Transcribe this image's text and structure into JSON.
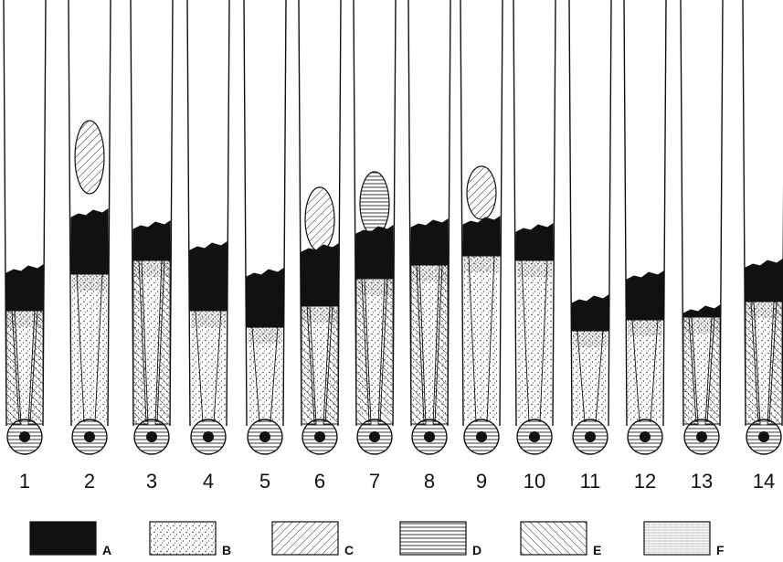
{
  "figure": {
    "tubes": [
      {
        "number": "1",
        "zones": [
          "E",
          "B",
          "A"
        ]
      },
      {
        "number": "2",
        "zones": [
          "D",
          "B",
          "A",
          "C"
        ]
      },
      {
        "number": "3",
        "zones": [
          "D",
          "E",
          "A"
        ]
      },
      {
        "number": "4",
        "zones": [
          "D",
          "B",
          "A"
        ]
      },
      {
        "number": "5",
        "zones": [
          "D",
          "B",
          "A"
        ]
      },
      {
        "number": "6",
        "zones": [
          "D",
          "E",
          "B",
          "A",
          "C"
        ]
      },
      {
        "number": "7",
        "zones": [
          "D",
          "E",
          "B",
          "A",
          "D"
        ]
      },
      {
        "number": "8",
        "zones": [
          "D",
          "E",
          "B",
          "A"
        ]
      },
      {
        "number": "9",
        "zones": [
          "D",
          "C",
          "B",
          "A",
          "C"
        ]
      },
      {
        "number": "10",
        "zones": [
          "D",
          "B",
          "A"
        ]
      },
      {
        "number": "11",
        "zones": [
          "D",
          "B",
          "A"
        ]
      },
      {
        "number": "12",
        "zones": [
          "D",
          "B",
          "A"
        ]
      },
      {
        "number": "13",
        "zones": [
          "D",
          "E",
          "B",
          "A"
        ]
      },
      {
        "number": "14",
        "zones": [
          "D",
          "E",
          "A"
        ]
      }
    ],
    "legend": [
      {
        "key": "A",
        "pattern": "solid-black"
      },
      {
        "key": "B",
        "pattern": "stippled"
      },
      {
        "key": "C",
        "pattern": "diagonal-hatch-right"
      },
      {
        "key": "D",
        "pattern": "horizontal-lines"
      },
      {
        "key": "E",
        "pattern": "diagonal-hatch-left"
      },
      {
        "key": "F",
        "pattern": "fine-horizontal-stippled"
      }
    ],
    "colors": {
      "ink": "#111111",
      "paper": "#ffffff"
    }
  }
}
